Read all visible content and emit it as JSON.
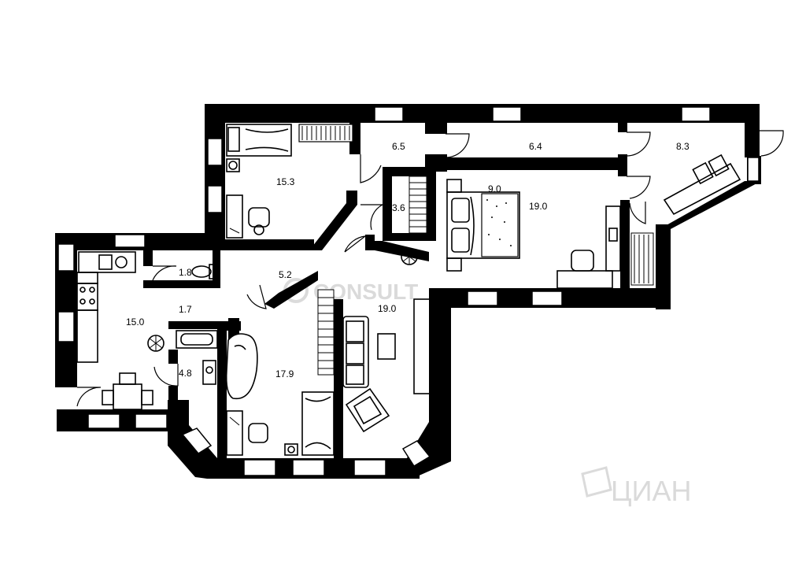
{
  "plan": {
    "rooms": [
      {
        "id": "bedroom-nw",
        "area": "15.3"
      },
      {
        "id": "corridor-top-left",
        "area": "6.5"
      },
      {
        "id": "corridor-top-mid",
        "area": "6.4"
      },
      {
        "id": "corridor-top-right",
        "area": "8.3"
      },
      {
        "id": "storage",
        "area": "3.6"
      },
      {
        "id": "bedroom-east",
        "area": "19.0"
      },
      {
        "id": "toilet",
        "area": "1.8"
      },
      {
        "id": "hall",
        "area": "5.2"
      },
      {
        "id": "kitchen-passage",
        "area": "1.7"
      },
      {
        "id": "kitchen",
        "area": "15.0"
      },
      {
        "id": "bathroom",
        "area": "4.8"
      },
      {
        "id": "bedroom-south",
        "area": "17.9"
      },
      {
        "id": "living-room",
        "area": "19.0"
      }
    ],
    "bed_note": "9.0"
  },
  "watermark": {
    "brand": "ЦИАН",
    "center_text": "CONSULT"
  },
  "colors": {
    "wall": "#000000",
    "background": "#ffffff",
    "watermark": "#d7d7d7"
  }
}
